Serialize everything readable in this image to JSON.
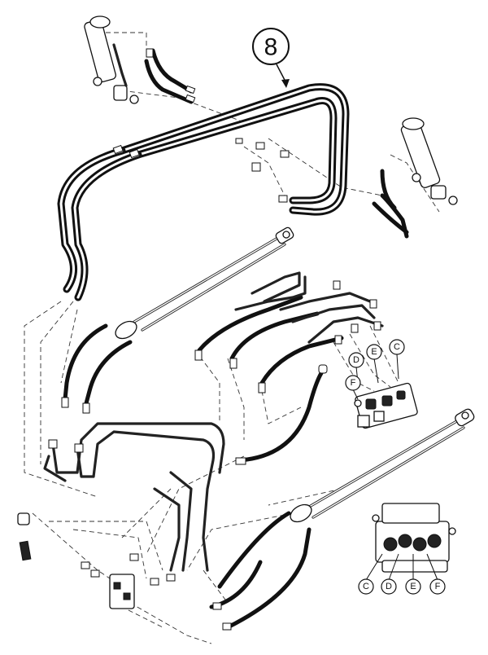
{
  "main_callout": {
    "label": "8"
  },
  "valve_callouts": [
    "D",
    "E",
    "C",
    "F"
  ],
  "detail_callouts": [
    "C",
    "D",
    "E",
    "F"
  ]
}
